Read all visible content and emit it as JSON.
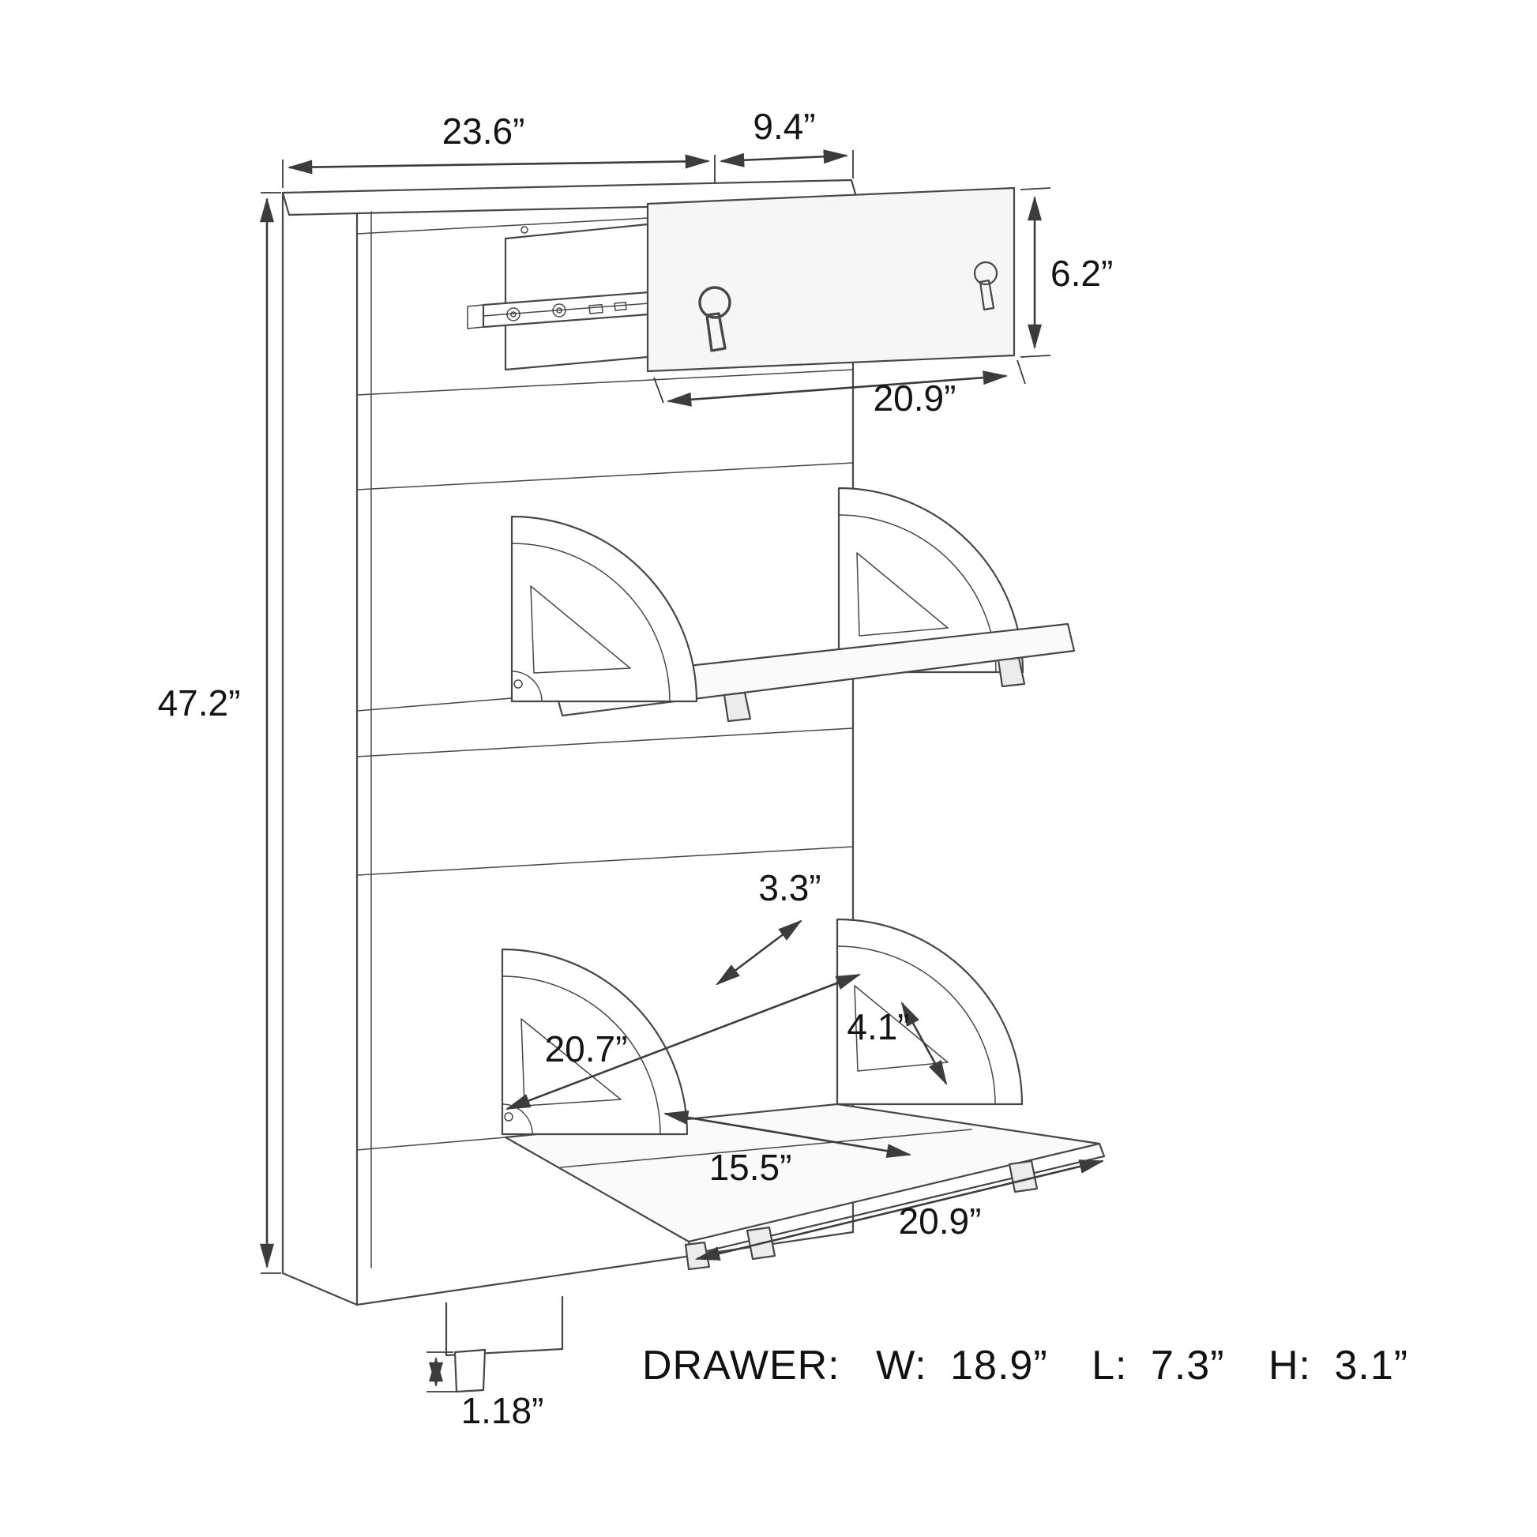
{
  "diagram": {
    "subject": "shoe-cabinet-dimension-drawing",
    "labels": {
      "top_width": "23.6”",
      "top_depth": "9.4”",
      "drawer_height": "6.2”",
      "drawer_width": "20.9”",
      "cabinet_height": "47.2”",
      "flap_gap": "3.3”",
      "flap_depth": "4.1”",
      "flap_length": "20.7”",
      "flap_inner_width": "15.5”",
      "flap_front_width": "20.9”",
      "foot_height": "1.18”"
    },
    "spec": {
      "prefix": "DRAWER:",
      "w_label": "W:",
      "w_value": "18.9”",
      "l_label": "L:",
      "l_value": "7.3”",
      "h_label": "H:",
      "h_value": "3.1”"
    },
    "colors": {
      "line": "#474747",
      "dimension_line": "#3c3c3c",
      "text": "#141414",
      "background": "#ffffff"
    }
  }
}
